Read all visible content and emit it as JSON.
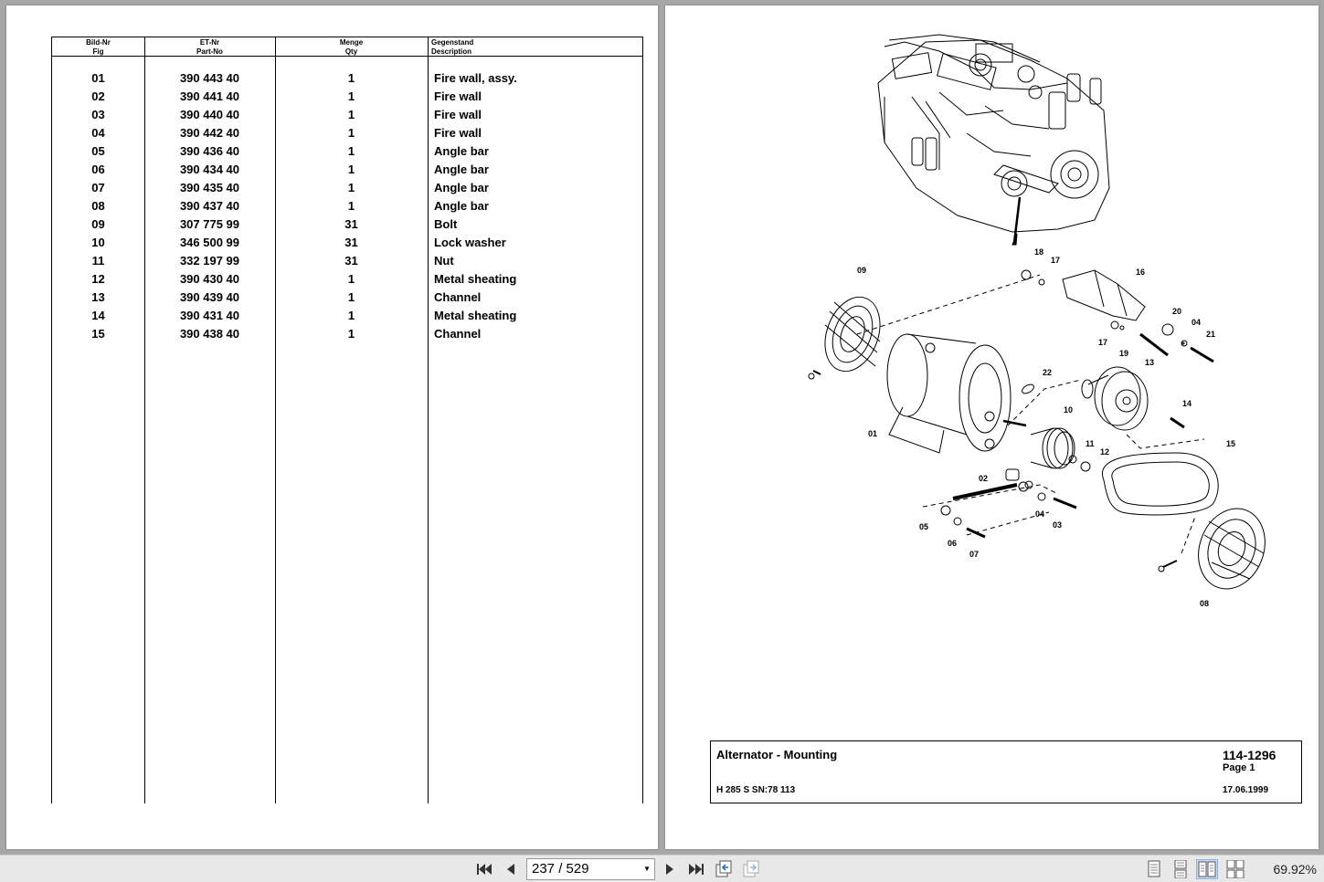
{
  "table": {
    "headers": {
      "fig": [
        "Bild-Nr",
        "Fig"
      ],
      "part": [
        "ET-Nr",
        "Part-No"
      ],
      "qty": [
        "Menge",
        "Qty"
      ],
      "desc": [
        "Gegenstand",
        "Description"
      ]
    },
    "rows": [
      {
        "fig": "01",
        "part": "390 443 40",
        "qty": "1",
        "desc": "Fire wall, assy."
      },
      {
        "fig": "02",
        "part": "390 441 40",
        "qty": "1",
        "desc": "Fire wall"
      },
      {
        "fig": "03",
        "part": "390 440 40",
        "qty": "1",
        "desc": "Fire wall"
      },
      {
        "fig": "04",
        "part": "390 442 40",
        "qty": "1",
        "desc": "Fire wall"
      },
      {
        "fig": "05",
        "part": "390 436 40",
        "qty": "1",
        "desc": "Angle bar"
      },
      {
        "fig": "06",
        "part": "390 434 40",
        "qty": "1",
        "desc": "Angle bar"
      },
      {
        "fig": "07",
        "part": "390 435 40",
        "qty": "1",
        "desc": "Angle bar"
      },
      {
        "fig": "08",
        "part": "390 437 40",
        "qty": "1",
        "desc": "Angle bar"
      },
      {
        "fig": "09",
        "part": "307 775 99",
        "qty": "31",
        "desc": "Bolt"
      },
      {
        "fig": "10",
        "part": "346 500 99",
        "qty": "31",
        "desc": "Lock washer"
      },
      {
        "fig": "11",
        "part": "332 197 99",
        "qty": "31",
        "desc": "Nut"
      },
      {
        "fig": "12",
        "part": "390 430 40",
        "qty": "1",
        "desc": "Metal sheating"
      },
      {
        "fig": "13",
        "part": "390 439 40",
        "qty": "1",
        "desc": "Channel"
      },
      {
        "fig": "14",
        "part": "390 431 40",
        "qty": "1",
        "desc": "Metal sheating"
      },
      {
        "fig": "15",
        "part": "390 438 40",
        "qty": "1",
        "desc": "Channel"
      }
    ]
  },
  "title_block": {
    "title": "Alternator - Mounting",
    "doc_number": "114-1296",
    "page": "Page 1",
    "machine": "H 285 S SN:78 113",
    "date": "17.06.1999"
  },
  "diagram": {
    "callouts": [
      "01",
      "02",
      "03",
      "04",
      "05",
      "06",
      "07",
      "08",
      "09",
      "10",
      "11",
      "12",
      "13",
      "14",
      "15",
      "16",
      "17",
      "17",
      "18",
      "19",
      "20",
      "04",
      "21",
      "22"
    ]
  },
  "toolbar": {
    "page_current": "237",
    "page_separator": "/",
    "page_total": "529",
    "zoom": "69.92%"
  },
  "icons": {
    "first": "first-page-icon",
    "prev": "previous-page-icon",
    "next": "next-page-icon",
    "last": "last-page-icon",
    "back": "previous-view-icon",
    "forward": "next-view-icon",
    "single": "single-page-icon",
    "continuous": "continuous-page-icon",
    "facing": "facing-pages-icon",
    "continuous_facing": "continuous-facing-icon"
  }
}
